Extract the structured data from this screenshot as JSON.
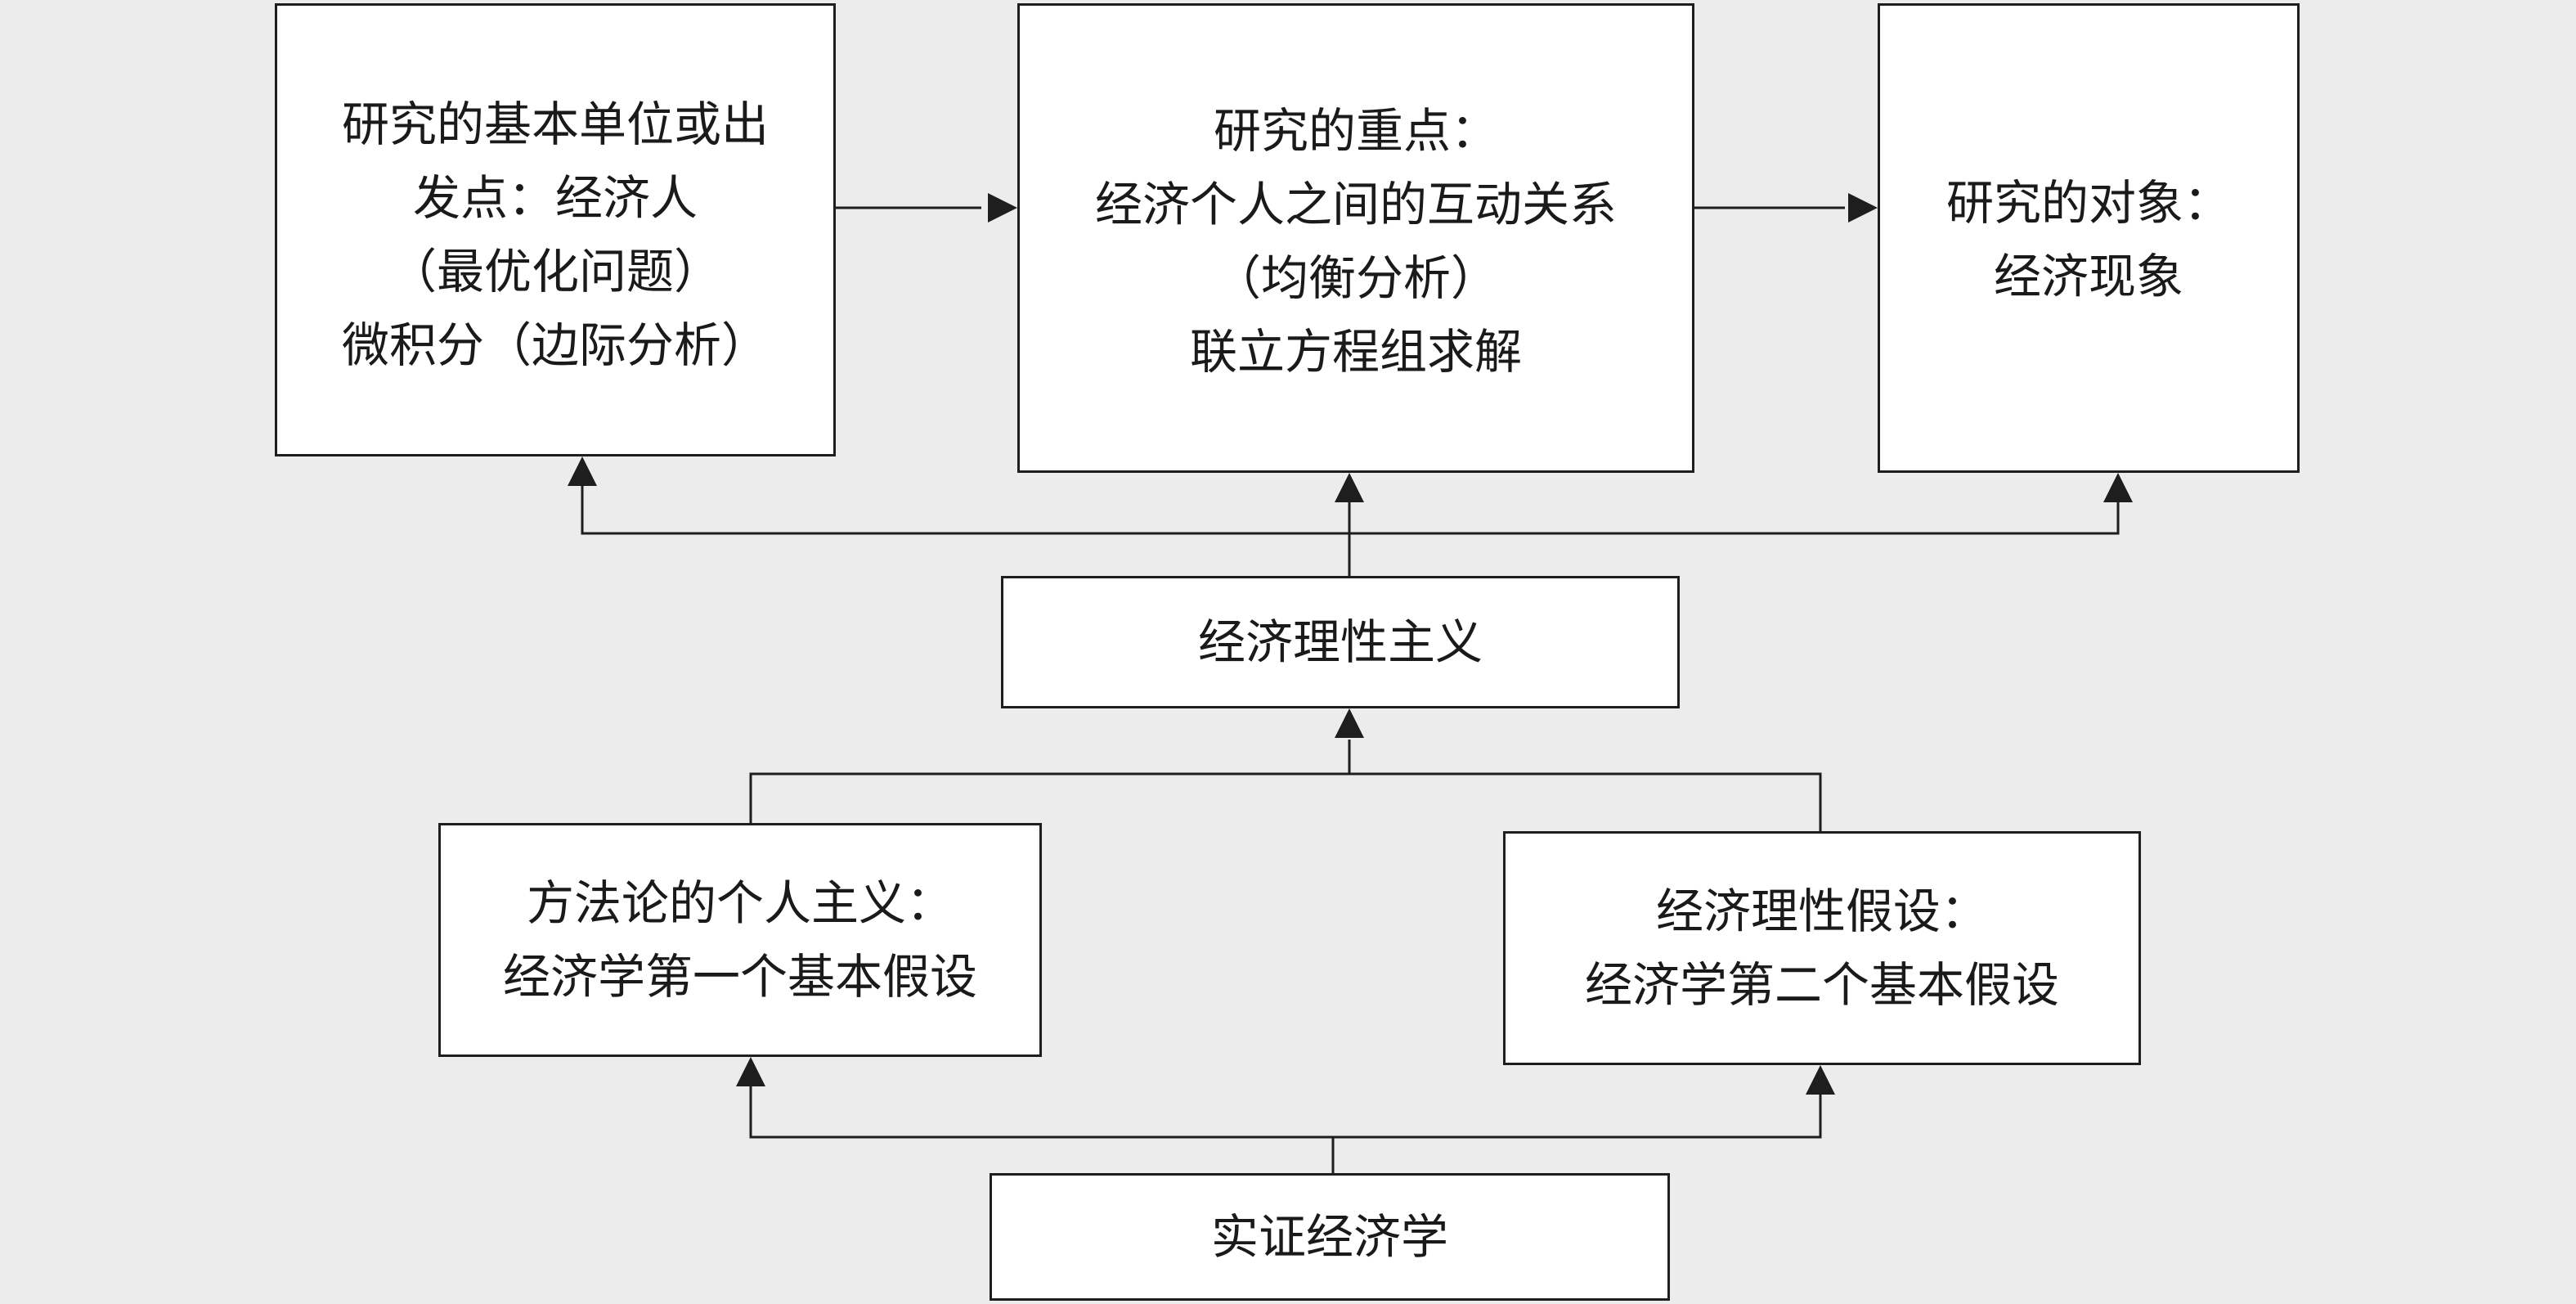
{
  "diagram": {
    "nodes": {
      "start": {
        "lines": [
          "研究的基本单位或出",
          "发点：经济人",
          "（最优化问题）",
          "微积分（边际分析）"
        ]
      },
      "focus": {
        "lines": [
          "研究的重点：",
          "经济个人之间的互动关系",
          "（均衡分析）",
          "联立方程组求解"
        ]
      },
      "object": {
        "lines": [
          "研究的对象：",
          "经济现象"
        ]
      },
      "rationalism": {
        "lines": [
          "经济理性主义"
        ]
      },
      "individualism": {
        "lines": [
          "方法论的个人主义：",
          "经济学第一个基本假设"
        ]
      },
      "rational_assumption": {
        "lines": [
          "经济理性假设：",
          "经济学第二个基本假设"
        ]
      },
      "positive": {
        "lines": [
          "实证经济学"
        ]
      }
    },
    "edges": [
      {
        "from": "start",
        "to": "focus"
      },
      {
        "from": "focus",
        "to": "object"
      },
      {
        "from": "rationalism",
        "to": "start"
      },
      {
        "from": "rationalism",
        "to": "focus"
      },
      {
        "from": "rationalism",
        "to": "object"
      },
      {
        "from": "individualism",
        "to": "rationalism"
      },
      {
        "from": "rational_assumption",
        "to": "rationalism"
      },
      {
        "from": "positive",
        "to": "individualism"
      },
      {
        "from": "positive",
        "to": "rational_assumption"
      }
    ],
    "colors": {
      "background": "#ececec",
      "box_fill": "#ffffff",
      "stroke": "#1e1e1e",
      "text": "#1a1a1a"
    }
  }
}
